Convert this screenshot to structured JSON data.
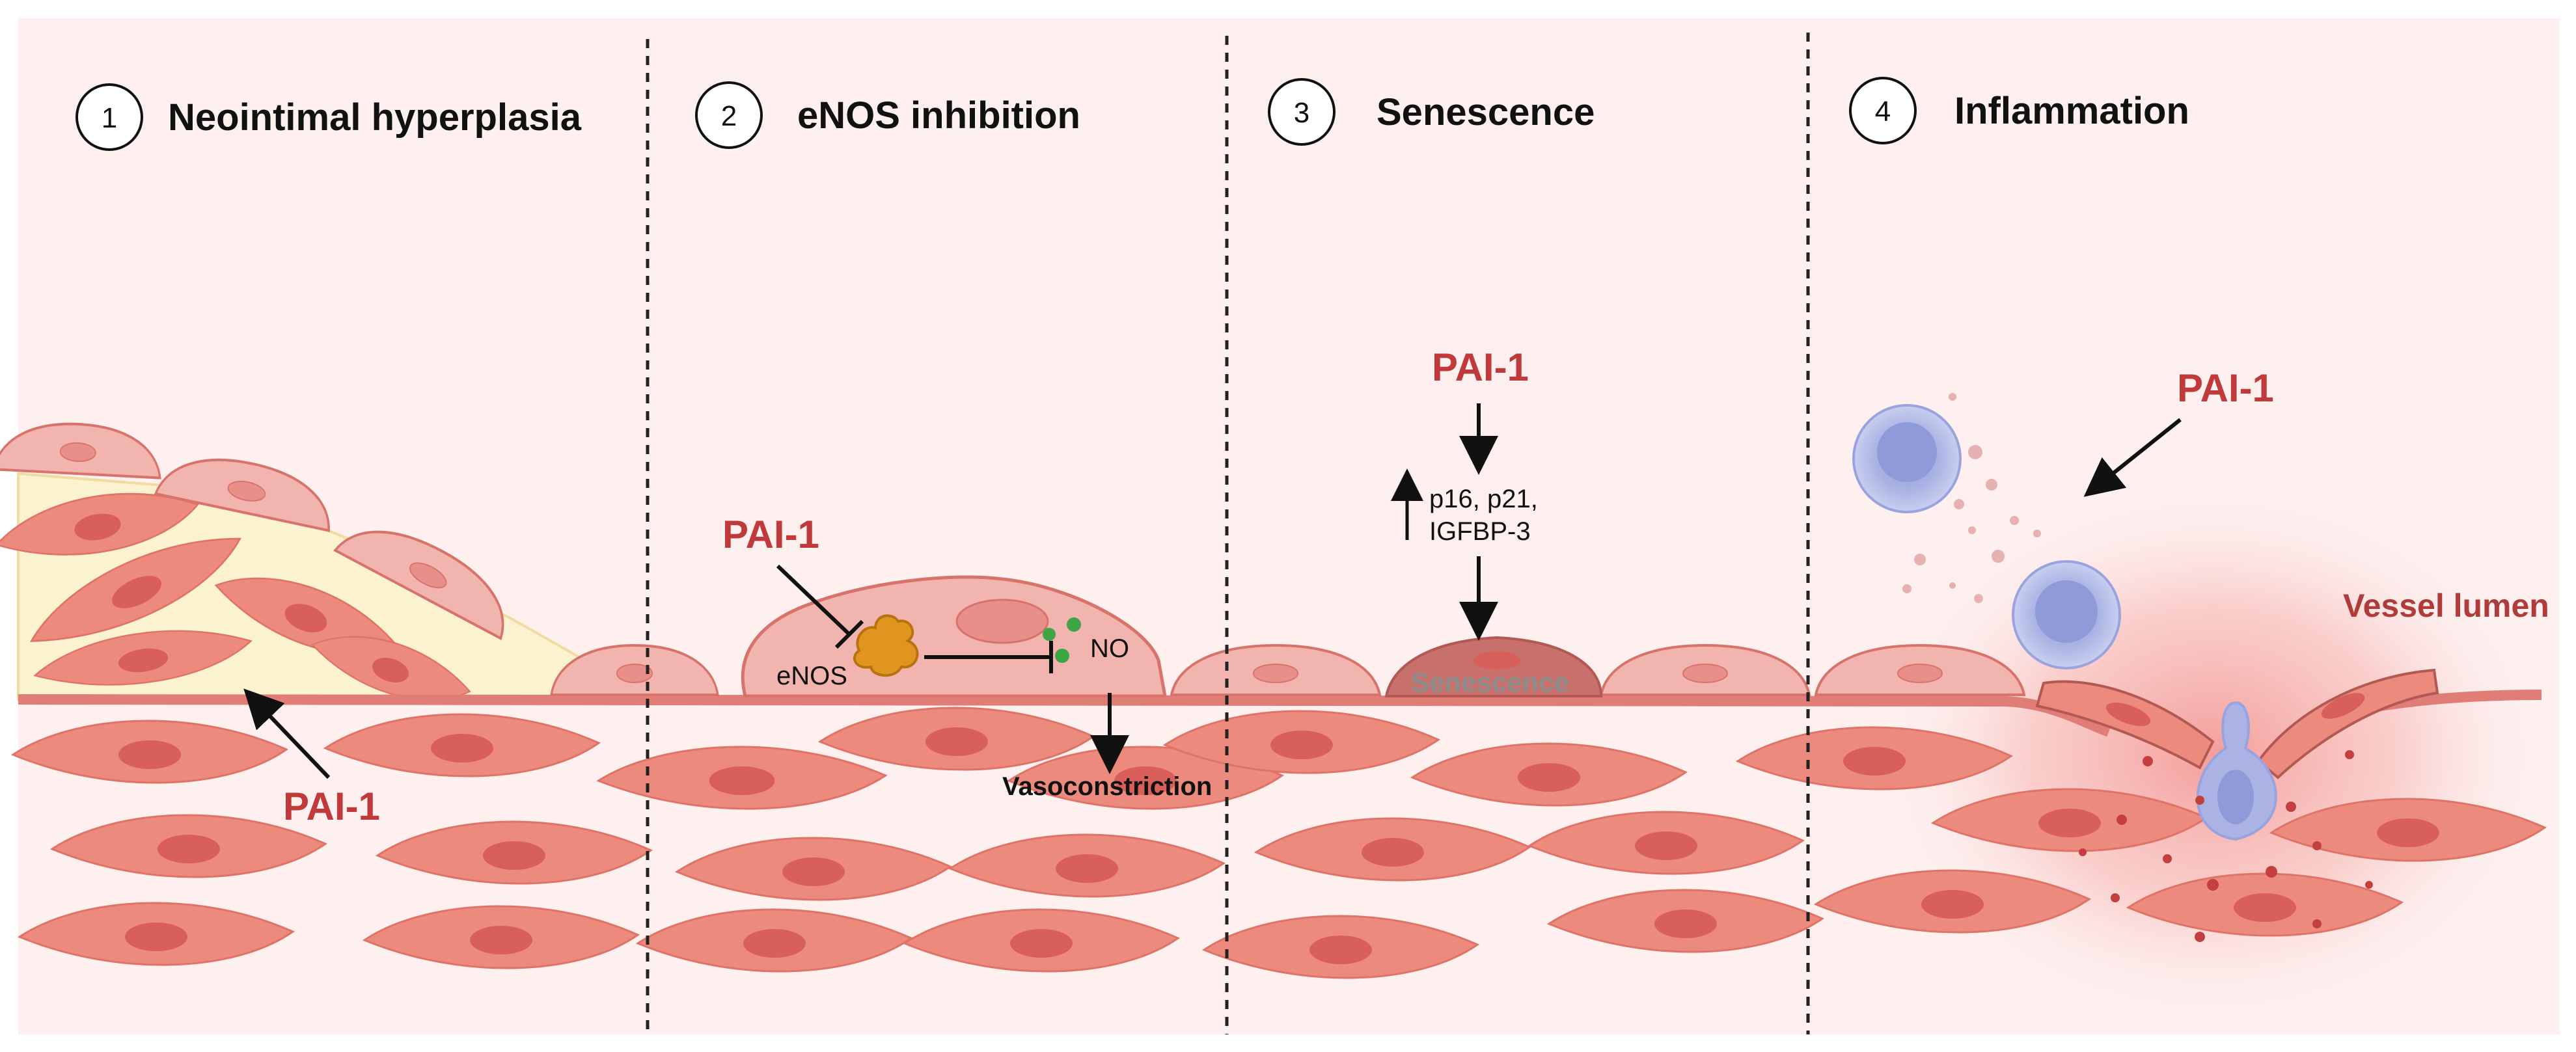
{
  "panels": [
    {
      "number": "1",
      "title": "Neointimal hyperplasia"
    },
    {
      "number": "2",
      "title": "eNOS inhibition"
    },
    {
      "number": "3",
      "title": "Senescence"
    },
    {
      "number": "4",
      "title": "Inflammation"
    }
  ],
  "labels": {
    "pai1": "PAI-1",
    "enos": "eNOS",
    "no": "NO",
    "vasoconstriction": "Vasoconstriction",
    "markers_line1": "p16, p21,",
    "markers_line2": "IGFBP-3",
    "senescence_cell": "Senescence",
    "vessel_lumen": "Vessel lumen"
  },
  "colors": {
    "background": "#fdf0ef",
    "cell_fill": "#ec8a7d",
    "cell_nucleus": "#d9605a",
    "endothelial_fill": "#f2b4ae",
    "plaque_fill": "#fbf2cf",
    "pai_text": "#c0393b",
    "immune_cell": "#aab3e3",
    "inflammation_glow": "#f6a7a4"
  }
}
